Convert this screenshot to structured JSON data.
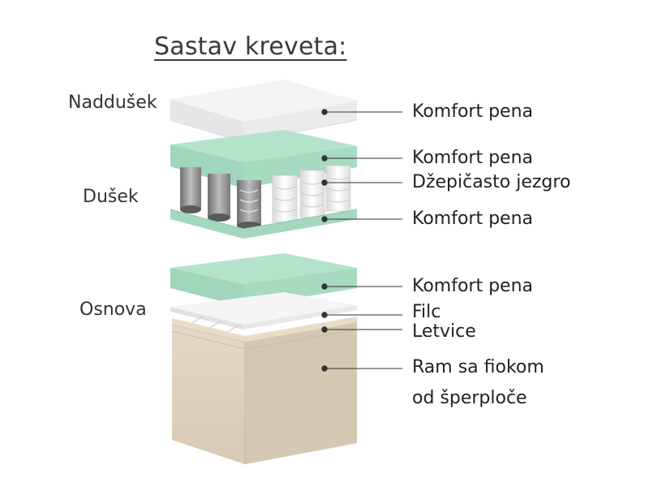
{
  "title": "Sastav kreveta:",
  "groups": {
    "topper": "Naddušek",
    "mattress": "Dušek",
    "base": "Osnova"
  },
  "parts": [
    {
      "label": "Komfort pena"
    },
    {
      "label": "Komfort pena"
    },
    {
      "label": "Džepičasto jezgro"
    },
    {
      "label": "Komfort pena"
    },
    {
      "label": "Komfort pena"
    },
    {
      "label": "Filc"
    },
    {
      "label": "Letvice"
    },
    {
      "label": "Ram sa fiokom"
    },
    {
      "label": "od šperploče"
    }
  ],
  "colors": {
    "foam_green": "#a9dcc4",
    "white_layer": "#f2f2f2",
    "frame_beige": "#ddd0bb",
    "leader_line": "#333333"
  }
}
